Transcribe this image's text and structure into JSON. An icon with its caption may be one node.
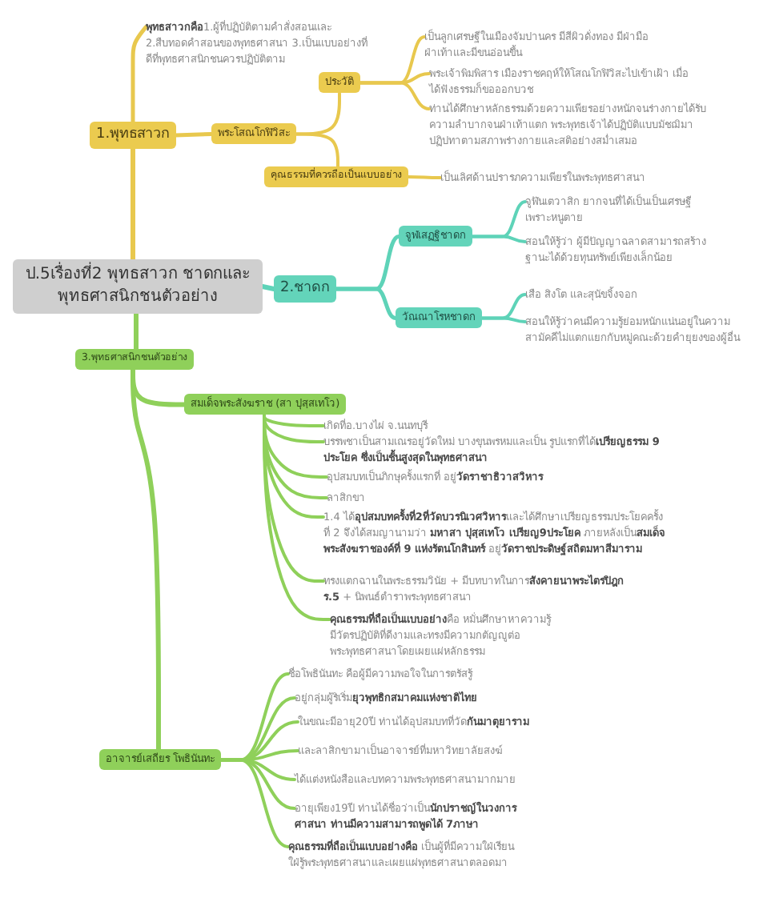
{
  "diagram": {
    "nodes": [
      {
        "text": [
          "ป.5เรื่องที่2 พุทธสาวก ชาดกและพุทธศาสนิกชนตัวอย่าง"
        ]
      },
      {
        "text": [
          "1.พุทธสาวก"
        ]
      },
      {
        "text": [
          "**พุทธสาวกคือ**1.ผู้ที่ปฏิบัติตามคำสั่งสอนและ 2.สืบทอดคำสอนของพุทธศาสนา 3.เป็นแบบอย่างที่ดีที่พุทธศาสนิกชนควรปฏิบัติตาม"
        ]
      },
      {
        "text": [
          "พระโสณโกฬิวิสะ"
        ]
      },
      {
        "text": [
          "ประวัติ"
        ]
      },
      {
        "text": [
          "เป็นลูกเศรษฐีในเมืองจัมปานคร มีสีผิวดั่งทอง มีฝ่ามือฝ่าเท้าและมีขนอ่อนขึ้น"
        ]
      },
      {
        "text": [
          "พระเจ้าพิมพิสาร เมืองราชคฤห์ให้โสณโกฬิวิสะไปเข้าเฝ้า เมื่อได้ฟังธรรมก็ขอออกบวช"
        ]
      },
      {
        "text": [
          "ท่านได้ศึกษาหลักธรรมด้วยความเพียรอย่างหนักจนร่างกายได้รับความลำบากจนฝ่าเท้าแตก พระพุทธเจ้าได้ปฏิบัติแบบมัชฌิมาปฏิปทาตามสภาพร่างกายและสติอย่างสม่ำเสมอ"
        ]
      },
      {
        "text": [
          "คุณธรรมที่ควรถือเป็นแบบอย่าง"
        ]
      },
      {
        "text": [
          "เป็นเลิศด้านปรารภความเพียรในพระพุทธศาสนา"
        ]
      },
      {
        "text": [
          "2.ชาดก"
        ]
      },
      {
        "text": [
          "จูฬเสฏฐิชาดก"
        ]
      },
      {
        "text": [
          "จูฬันเตวาสิก ยากจนที่ได้เป็นเป็นเศรษฐีเพราะหนูตาย"
        ]
      },
      {
        "text": [
          "สอนให้รู้ว่า ผู้มีปัญญาฉลาดสามารถสร้างฐานะได้ด้วยทุนทรัพย์เพียงเล็กน้อย"
        ]
      },
      {
        "text": [
          "วัณณาโรหชาดก"
        ]
      },
      {
        "text": [
          "เสือ สิงโต และสุนัขจิ้งจอก"
        ]
      },
      {
        "text": [
          "สอนให้รู้ว่าคนมีความรู้ย่อมหนักแน่นอยู่ในความสามัคคีไม่แตกแยกกับหมู่คณะด้วยคำยุยงของผู้อื่น"
        ]
      },
      {
        "text": [
          "3.พุทธศาสนิกชนตัวอย่าง"
        ]
      },
      {
        "text": [
          "สมเด็จพระสังฆราช (สา ปุสฺสเทโว)"
        ]
      },
      {
        "text": [
          "เกิดที่อ.บางไผ่ จ.นนทบุรี"
        ]
      },
      {
        "text": [
          "บรรพชาเป็นสามเณรอยู่วัดใหม่ บางขุนพรหมและเป็น รูปแรกที่ได้**เปรียญธรรม 9 ประโยค ซึ่งเป็นชั้นสูงสุดในพุทธศาสนา**"
        ]
      },
      {
        "text": [
          "อุปสมบทเป็นภิกษุครั้งแรกที่ อยู่**วัดราชาธิวาสวิหาร**"
        ]
      },
      {
        "text": [
          "ลาสิกขา"
        ]
      },
      {
        "text": [
          "1.4 ได้**อุปสมบทครั้งที่2ที่วัดบวรนิเวศวิหาร**และได้ศึกษาเปรียญธรรมประโยคครั้งที่ 2 จึงได้สมญานามว่า **มหาสา ปุสฺสเทโว เปรียญ9ประโยค** ภายหลังเป็น**สมเด็จพระสังฆราชองค์ที่ 9 แห่งรัตนโกสินทร์** อยู่**วัดราชประดิษฐ์สถิตมหาสีมาราม**"
        ]
      },
      {
        "text": [
          "ทรงแตกฉานในพระธรรมวินัย + มีบทบาทในการ**สังคายนาพระไตรปิฎก ร.5** + นิพนธ์ตำราพระพุทธศาสนา"
        ]
      },
      {
        "text": [
          "**คุณธรรมที่ถือเป็นแบบอย่าง**คือ หมั่นศึกษาหาความรู้ มีวัตรปฏิบัติที่ดีงามและทรงมีความกตัญญูต่อพระพุทธศาสนาโดยเผยแผ่หลักธรรม"
        ]
      },
      {
        "text": [
          "อาจารย์เสถียร โพธินันทะ"
        ]
      },
      {
        "text": [
          "ชื่อโพธินันทะ คือผู้มีความพอใจในการตรัสรู้"
        ]
      },
      {
        "text": [
          "อยู่กลุ่มผู้ริเริ่ม**ยุวพุทธิกสมาคมแห่งชาติไทย**"
        ]
      },
      {
        "text": [
          "ในขณะมีอายุ20ปี ท่านได้อุปสมบทที่วัด**กันมาตุยาราม**"
        ]
      },
      {
        "text": [
          "และลาสิกขามาเป็นอาจารย์ที่มหาวิทยาลัยสงฆ์"
        ]
      },
      {
        "text": [
          "ได้แต่งหนังสือและบทความพระพุทธศาสนามากมาย"
        ]
      },
      {
        "text": [
          "อายุเพียง19ปี ท่านได้ชื่อว่าเป็น**นักปราชญ์ในวงการศาสนา ท่านมีความสามารถพูดได้ 7ภาษา**"
        ]
      },
      {
        "text": [
          "**คุณธรรมที่ถือเป็นแบบอย่างคือ** เป็นผู้ที่มีความใฝ่เรียนใฝ่รู้พระพุทธศาสนาและเผยแผ่พุทธศาสนาตลอดมา"
        ]
      }
    ],
    "edges": [
      {
        "from": 0,
        "to": 1,
        "arrow": "none",
        "color": "#e8c84e"
      },
      {
        "from": 1,
        "to": 2,
        "arrow": "none",
        "color": "#e8c84e"
      },
      {
        "from": 1,
        "to": 3,
        "arrow": "none",
        "color": "#e8c84e"
      },
      {
        "from": 3,
        "to": 4,
        "arrow": "none",
        "color": "#e8c84e"
      },
      {
        "from": 4,
        "to": 5,
        "arrow": "none",
        "color": "#e8c84e"
      },
      {
        "from": 4,
        "to": 6,
        "arrow": "none",
        "color": "#e8c84e"
      },
      {
        "from": 4,
        "to": 7,
        "arrow": "none",
        "color": "#e8c84e"
      },
      {
        "from": 3,
        "to": 8,
        "arrow": "none",
        "color": "#e8c84e"
      },
      {
        "from": 8,
        "to": 9,
        "arrow": "none",
        "color": "#e8c84e"
      },
      {
        "from": 0,
        "to": 10,
        "arrow": "none",
        "color": "#5ed3b8"
      },
      {
        "from": 10,
        "to": 11,
        "arrow": "none",
        "color": "#5ed3b8"
      },
      {
        "from": 11,
        "to": 12,
        "arrow": "none",
        "color": "#5ed3b8"
      },
      {
        "from": 11,
        "to": 13,
        "arrow": "none",
        "color": "#5ed3b8"
      },
      {
        "from": 10,
        "to": 14,
        "arrow": "none",
        "color": "#5ed3b8"
      },
      {
        "from": 14,
        "to": 15,
        "arrow": "none",
        "color": "#5ed3b8"
      },
      {
        "from": 14,
        "to": 16,
        "arrow": "none",
        "color": "#5ed3b8"
      },
      {
        "from": 0,
        "to": 17,
        "arrow": "none"
      },
      {
        "from": 17,
        "to": 18,
        "arrow": "none"
      },
      {
        "from": 17,
        "to": 26,
        "arrow": "none"
      },
      {
        "from": 18,
        "to": 19,
        "arrow": "none"
      },
      {
        "from": 18,
        "to": 20,
        "arrow": "none"
      },
      {
        "from": 18,
        "to": 21,
        "arrow": "none"
      },
      {
        "from": 18,
        "to": 22,
        "arrow": "none"
      },
      {
        "from": 18,
        "to": 23,
        "arrow": "none"
      },
      {
        "from": 18,
        "to": 24,
        "arrow": "none"
      },
      {
        "from": 18,
        "to": 25,
        "arrow": "none"
      },
      {
        "from": 26,
        "to": 27,
        "arrow": "none"
      },
      {
        "from": 26,
        "to": 28,
        "arrow": "none"
      },
      {
        "from": 26,
        "to": 29,
        "arrow": "none"
      },
      {
        "from": 26,
        "to": 30,
        "arrow": "none"
      },
      {
        "from": 26,
        "to": 31,
        "arrow": "none"
      },
      {
        "from": 26,
        "to": 32,
        "arrow": "none"
      },
      {
        "from": 26,
        "to": 33,
        "arrow": "none"
      }
    ]
  }
}
